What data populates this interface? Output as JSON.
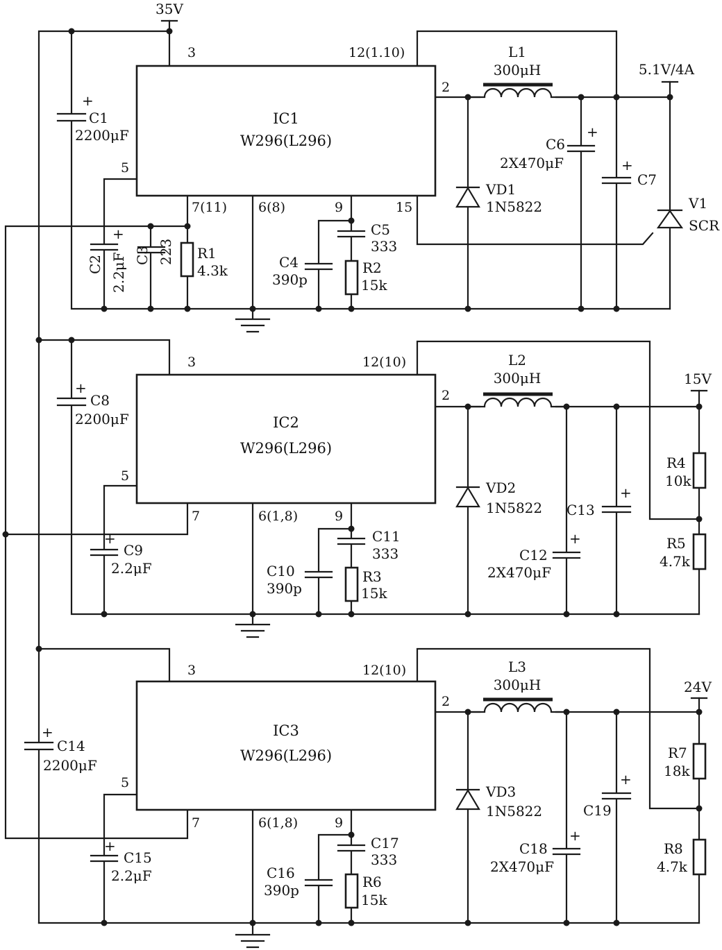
{
  "rails": {
    "input": "35V",
    "out1": "5.1V/4A",
    "out2": "15V",
    "out3": "24V"
  },
  "ics": [
    {
      "ref": "IC1",
      "part": "W296(L296)",
      "pins": {
        "p3": "3",
        "p12": "12(1.10)",
        "p2": "2",
        "p5": "5",
        "p7": "7(11)",
        "p6": "6(8)",
        "p9": "9",
        "p15": "15"
      }
    },
    {
      "ref": "IC2",
      "part": "W296(L296)",
      "pins": {
        "p3": "3",
        "p12": "12(10)",
        "p2": "2",
        "p5": "5",
        "p7": "7",
        "p6": "6(1,8)",
        "p9": "9"
      }
    },
    {
      "ref": "IC3",
      "part": "W296(L296)",
      "pins": {
        "p3": "3",
        "p12": "12(10)",
        "p2": "2",
        "p5": "5",
        "p7": "7",
        "p6": "6(1,8)",
        "p9": "9"
      }
    }
  ],
  "components": {
    "C1": {
      "ref": "C1",
      "value": "2200μF"
    },
    "C2": {
      "ref": "C2",
      "value": "2.2μF"
    },
    "C3": {
      "ref": "C3",
      "value": "223"
    },
    "R1": {
      "ref": "R1",
      "value": "4.3k"
    },
    "C4": {
      "ref": "C4",
      "value": "390p"
    },
    "C5": {
      "ref": "C5",
      "value": "333"
    },
    "R2": {
      "ref": "R2",
      "value": "15k"
    },
    "L1": {
      "ref": "L1",
      "value": "300μH"
    },
    "VD1": {
      "ref": "VD1",
      "value": "1N5822"
    },
    "C6": {
      "ref": "C6",
      "value": "2X470μF"
    },
    "C7": {
      "ref": "C7",
      "value": ""
    },
    "V1": {
      "ref": "V1",
      "value": "SCR"
    },
    "C8": {
      "ref": "C8",
      "value": "2200μF"
    },
    "C9": {
      "ref": "C9",
      "value": "2.2μF"
    },
    "C10": {
      "ref": "C10",
      "value": "390p"
    },
    "C11": {
      "ref": "C11",
      "value": "333"
    },
    "R3": {
      "ref": "R3",
      "value": "15k"
    },
    "L2": {
      "ref": "L2",
      "value": "300μH"
    },
    "VD2": {
      "ref": "VD2",
      "value": "1N5822"
    },
    "C12": {
      "ref": "C12",
      "value": "2X470μF"
    },
    "C13": {
      "ref": "C13",
      "value": ""
    },
    "R4": {
      "ref": "R4",
      "value": "10k"
    },
    "R5": {
      "ref": "R5",
      "value": "4.7k"
    },
    "C14": {
      "ref": "C14",
      "value": "2200μF"
    },
    "C15": {
      "ref": "C15",
      "value": "2.2μF"
    },
    "C16": {
      "ref": "C16",
      "value": "390p"
    },
    "C17": {
      "ref": "C17",
      "value": "333"
    },
    "R6": {
      "ref": "R6",
      "value": "15k"
    },
    "L3": {
      "ref": "L3",
      "value": "300μH"
    },
    "VD3": {
      "ref": "VD3",
      "value": "1N5822"
    },
    "C18": {
      "ref": "C18",
      "value": "2X470μF"
    },
    "C19": {
      "ref": "C19",
      "value": ""
    },
    "R7": {
      "ref": "R7",
      "value": "18k"
    },
    "R8": {
      "ref": "R8",
      "value": "4.7k"
    }
  },
  "marks": {
    "plus": "+"
  }
}
